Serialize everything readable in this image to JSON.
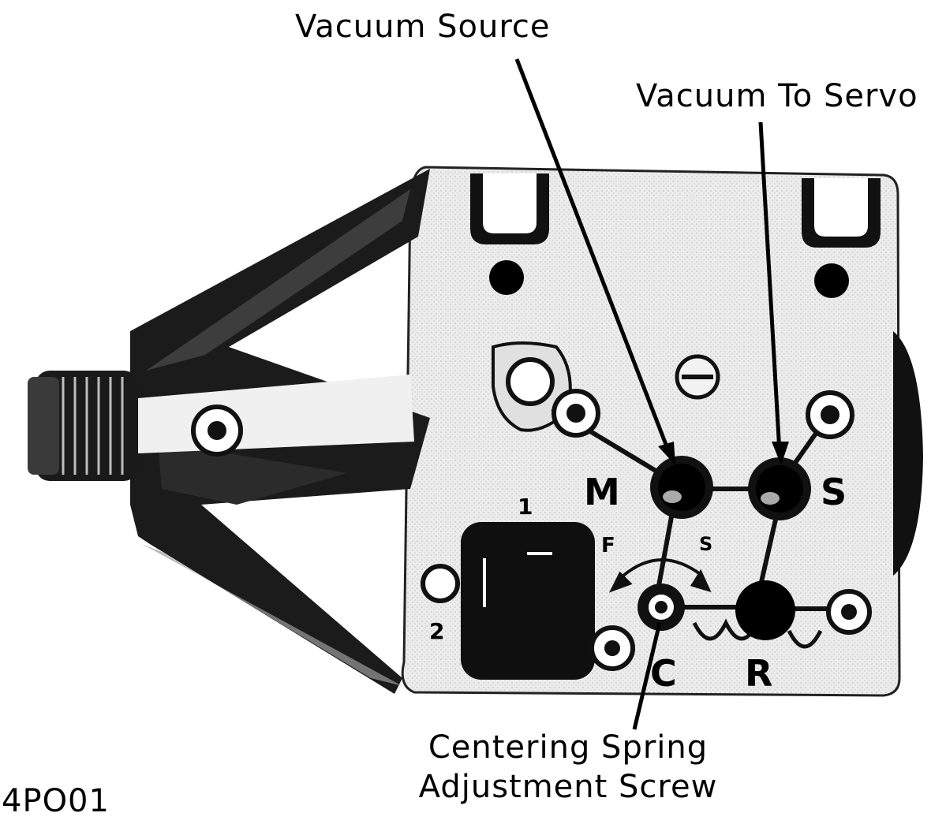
{
  "labels": {
    "vacuum_source": "Vacuum Source",
    "vacuum_to_servo": "Vacuum To Servo",
    "centering_spring_line1": "Centering Spring",
    "centering_spring_line2": "Adjustment Screw",
    "figure_id": "4PO01"
  },
  "port_letters": {
    "m": "M",
    "s": "S",
    "c": "C",
    "r": "R"
  },
  "small_marks": {
    "one": "1",
    "two": "2",
    "f": "F",
    "s_small": "S"
  },
  "colors": {
    "ink": "#000000",
    "paper": "#ffffff",
    "body_shade": "#e6e6e6",
    "dark_metal": "#1a1a1a"
  }
}
